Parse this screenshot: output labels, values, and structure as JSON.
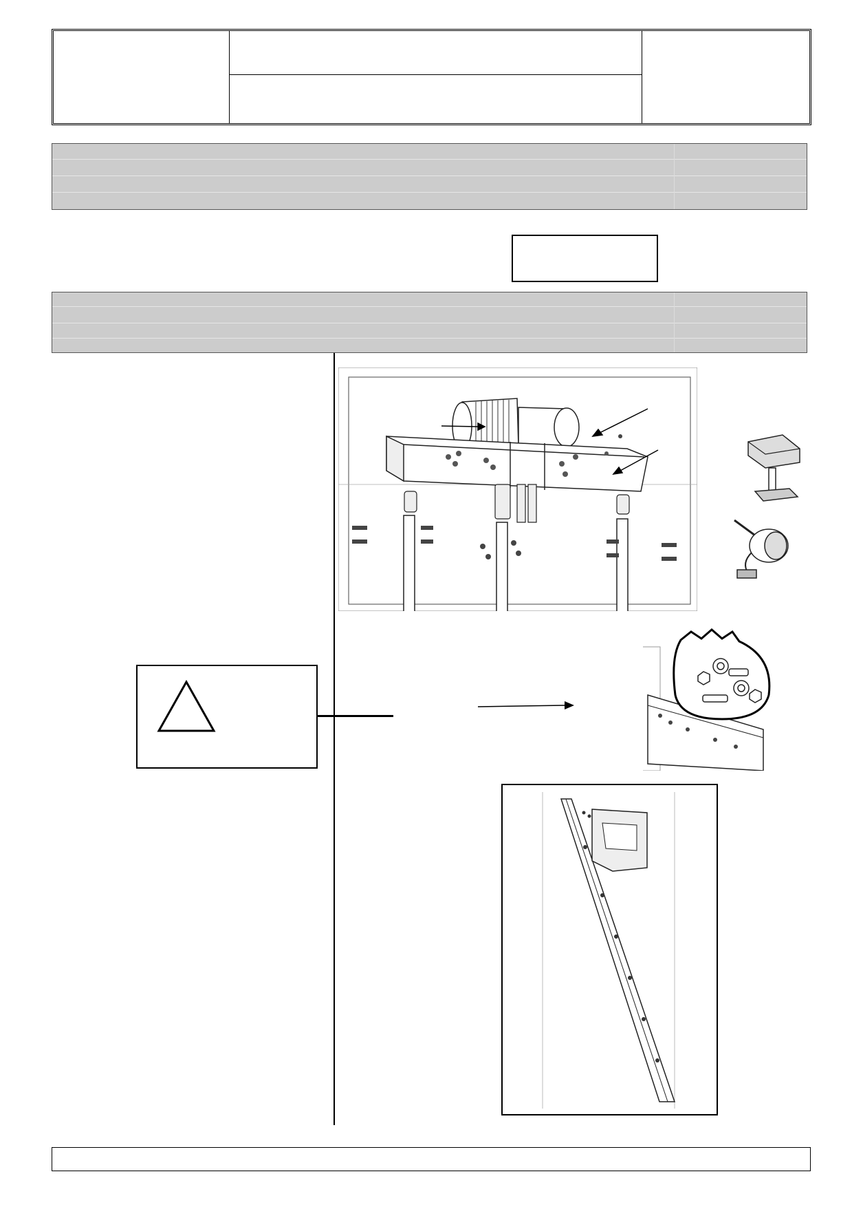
{
  "header": {
    "logo_text": "",
    "title_top": "",
    "title_bottom": "",
    "right_text": ""
  },
  "banner1": {
    "text": ""
  },
  "banner2": {
    "text": ""
  },
  "small_box": {
    "text": ""
  },
  "caution": {
    "text": "",
    "icon": "warning-triangle-icon"
  },
  "figures": {
    "machine_assembly": "machine-assembly-diagram",
    "bracket": "bracket-part",
    "sensor": "sensor-part",
    "fastener_bag": "fastener-bag",
    "rail": "guide-rail"
  },
  "footer": {
    "text": ""
  }
}
